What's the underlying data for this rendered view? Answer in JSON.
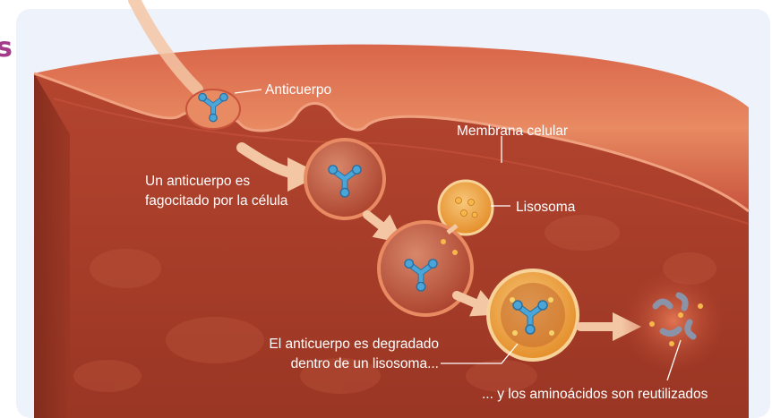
{
  "header": {
    "partial_title_char": "s"
  },
  "labels": {
    "antibody": "Anticuerpo",
    "membrane": "Membrana celular",
    "engulfed_line1": "Un anticuerpo es",
    "engulfed_line2": "fagocitado por la célula",
    "lysosome": "Lisosoma",
    "degraded_line1": "El anticuerpo es degradado",
    "degraded_line2": "dentro de un lisosoma...",
    "recycled": "... y los aminoácidos son reutilizados"
  },
  "colors": {
    "panel_bg": "#eef2fa",
    "membrane": "#d9664a",
    "cytoplasm": "#a9402c",
    "antibody": "#4aa5d8",
    "lysosome": "#f0a030",
    "arrow": "#f3c6a4",
    "title_accent": "#a33a8a"
  }
}
